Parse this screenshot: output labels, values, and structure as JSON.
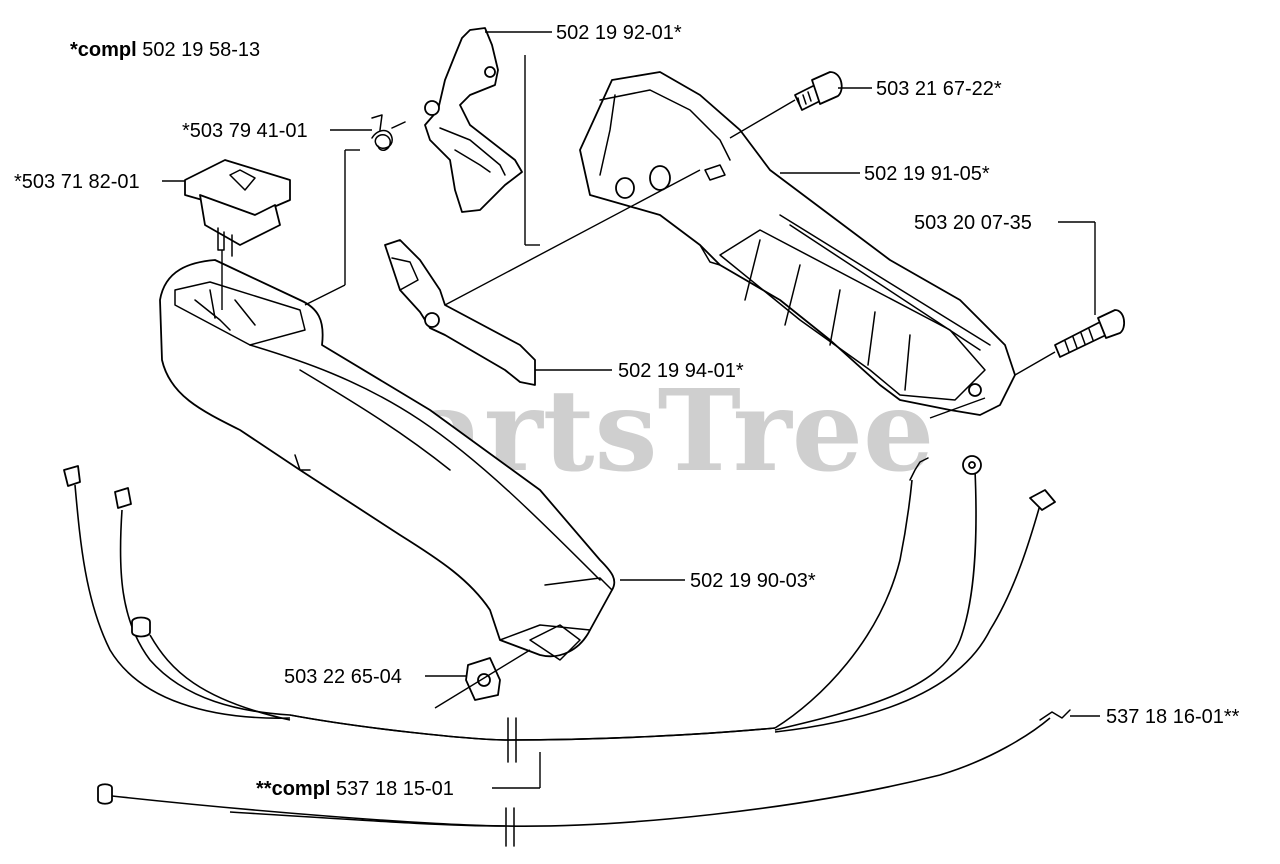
{
  "watermark": "PartsTree",
  "callouts": {
    "compl_assembly_prefix": "*compl",
    "compl_assembly_number": "502 19 58-13",
    "throttle_lockout": "502 19 92-01*",
    "screw_top": "503 21 67-22*",
    "spring": "*503 79 41-01",
    "handle_right_half": "502 19 91-05*",
    "stop_switch": "*503 71 82-01",
    "screw_side": "503 20 07-35",
    "throttle_trigger": "502 19 94-01*",
    "handle_left_half": "502 19 90-03*",
    "nut": "503 22 65-04",
    "cable_end": "537 18 16-01**",
    "compl_cable_prefix": "**compl",
    "compl_cable_number": "537 18 15-01"
  }
}
